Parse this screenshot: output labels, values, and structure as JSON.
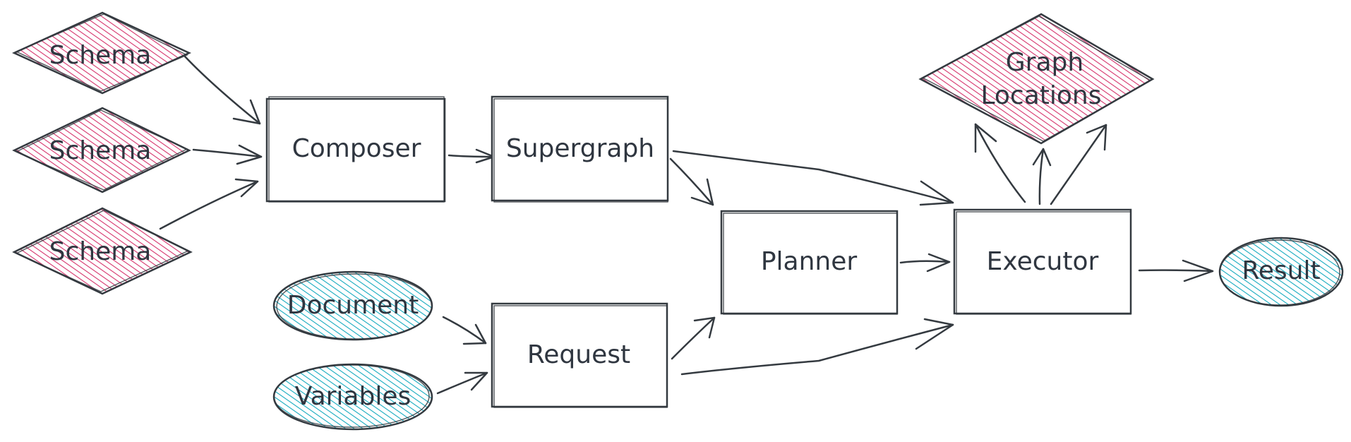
{
  "colors": {
    "stroke": "#343a40",
    "text": "#2f3640",
    "schema_fill": "#d6336c",
    "input_fill": "#15aabf",
    "box_fill": "#ffffff"
  },
  "nodes": {
    "schema_1": "Schema",
    "schema_2": "Schema",
    "schema_3": "Schema",
    "composer": "Composer",
    "supergraph": "Supergraph",
    "planner": "Planner",
    "executor": "Executor",
    "graph_locations_line1": "Graph",
    "graph_locations_line2": "Locations",
    "document": "Document",
    "variables": "Variables",
    "request": "Request",
    "result": "Result"
  },
  "edges": [
    {
      "from": "schema_1",
      "to": "composer"
    },
    {
      "from": "schema_2",
      "to": "composer"
    },
    {
      "from": "schema_3",
      "to": "composer"
    },
    {
      "from": "composer",
      "to": "supergraph"
    },
    {
      "from": "supergraph",
      "to": "planner"
    },
    {
      "from": "supergraph",
      "to": "executor"
    },
    {
      "from": "document",
      "to": "request"
    },
    {
      "from": "variables",
      "to": "request"
    },
    {
      "from": "request",
      "to": "planner"
    },
    {
      "from": "request",
      "to": "executor"
    },
    {
      "from": "planner",
      "to": "executor"
    },
    {
      "from": "executor",
      "to": "result"
    },
    {
      "from": "executor",
      "to": "graph_locations"
    }
  ]
}
